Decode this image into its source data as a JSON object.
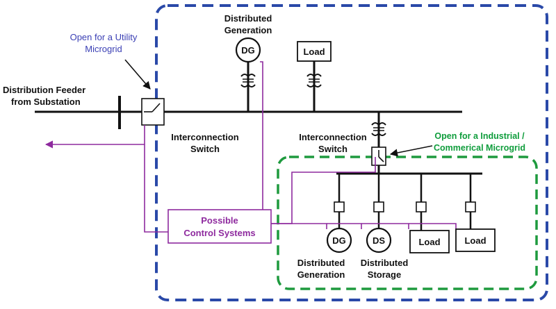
{
  "labels": {
    "utility_open_1": "Open for a Utility",
    "utility_open_2": "Microgrid",
    "feeder_1": "Distribution Feeder",
    "feeder_2": "from Substation",
    "dg_top_1": "Distributed",
    "dg_top_2": "Generation",
    "dg_symbol": "DG",
    "load_top": "Load",
    "switch_left_1": "Interconnection",
    "switch_left_2": "Switch",
    "switch_right_1": "Interconnection",
    "switch_right_2": "Switch",
    "industrial_open_1": "Open for a Industrial /",
    "industrial_open_2": "Commerical Microgrid",
    "control_1": "Possible",
    "control_2": "Control Systems",
    "dg_bottom_symbol": "DG",
    "ds_symbol": "DS",
    "load_bottom_1": "Load",
    "load_bottom_2": "Load",
    "dg_bottom_1": "Distributed",
    "dg_bottom_2": "Generation",
    "ds_bottom_1": "Distributed",
    "ds_bottom_2": "Storage"
  },
  "colors": {
    "utility_boundary": "#2a49a8",
    "industrial_boundary": "#1e9a3e",
    "control_lines": "#8e2a9e",
    "bus": "#111111"
  }
}
